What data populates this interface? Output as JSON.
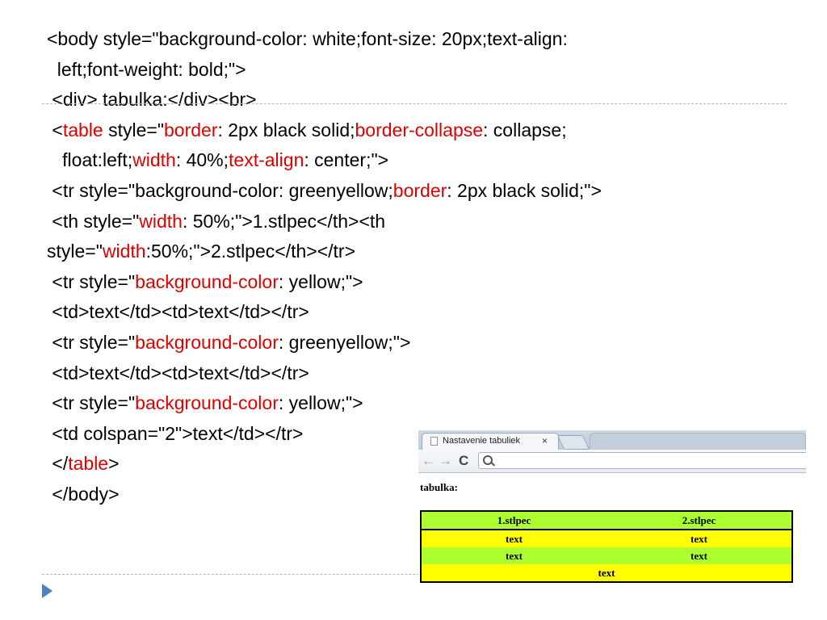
{
  "code_lines": [
    [
      {
        "t": "<body style=\"background-color: white;font-size: 20px;text-align:"
      }
    ],
    [
      {
        "t": "  left;font-weight: bold;\">"
      }
    ],
    [
      {
        "t": " <div> tabulka:</div><br>"
      }
    ],
    [
      {
        "t": " <"
      },
      {
        "t": "table",
        "kw": true
      },
      {
        "t": " style=\""
      },
      {
        "t": "border",
        "kw": true
      },
      {
        "t": ": 2px black solid;"
      },
      {
        "t": "border-collapse",
        "kw": true
      },
      {
        "t": ": collapse;"
      }
    ],
    [
      {
        "t": "   float:left;"
      },
      {
        "t": "width",
        "kw": true
      },
      {
        "t": ": 40%;"
      },
      {
        "t": "text-align",
        "kw": true
      },
      {
        "t": ": center;\">"
      }
    ],
    [
      {
        "t": " <tr style=\"background-color: greenyellow;"
      },
      {
        "t": "border",
        "kw": true
      },
      {
        "t": ": 2px black solid;\">"
      }
    ],
    [
      {
        "t": " <th style=\""
      },
      {
        "t": "width",
        "kw": true
      },
      {
        "t": ": 50%;\">1.stlpec</th><th"
      }
    ],
    [
      {
        "t": "style=\""
      },
      {
        "t": "width",
        "kw": true
      },
      {
        "t": ":50%;\">2.stlpec</th></tr>"
      }
    ],
    [
      {
        "t": " <tr style=\""
      },
      {
        "t": "background-color",
        "kw": true
      },
      {
        "t": ": yellow;\">"
      }
    ],
    [
      {
        "t": " <td>text</td><td>text</td></tr>"
      }
    ],
    [
      {
        "t": " <tr style=\""
      },
      {
        "t": "background-color",
        "kw": true
      },
      {
        "t": ": greenyellow;\">"
      }
    ],
    [
      {
        "t": " <td>text</td><td>text</td></tr>"
      }
    ],
    [
      {
        "t": " <tr style=\""
      },
      {
        "t": "background-color",
        "kw": true
      },
      {
        "t": ": yellow;\">"
      }
    ],
    [
      {
        "t": " <td colspan=\"2\">text</td></tr>"
      }
    ],
    [
      {
        "t": " </"
      },
      {
        "t": "table",
        "kw": true
      },
      {
        "t": ">"
      }
    ],
    [
      {
        "t": " </body>"
      }
    ]
  ],
  "colors": {
    "keyword": "#e00000",
    "greenyellow": "#adff2f",
    "yellow": "#ffff00",
    "rule": "#a9b9cc",
    "bullet": "#4f81bd"
  },
  "browser": {
    "tab_title": "Nastavenie tabuliek",
    "tab_close": "×",
    "back": "←",
    "forward": "→",
    "reload": "C",
    "page_label": "tabulka:",
    "table": {
      "headers": [
        "1.stlpec",
        "2.stlpec"
      ],
      "rows": [
        {
          "bg": "#ffff00",
          "cells": [
            "text",
            "text"
          ]
        },
        {
          "bg": "#adff2f",
          "cells": [
            "text",
            "text"
          ]
        },
        {
          "bg": "#ffff00",
          "cells": [
            "text"
          ],
          "colspan": 2
        }
      ]
    }
  }
}
